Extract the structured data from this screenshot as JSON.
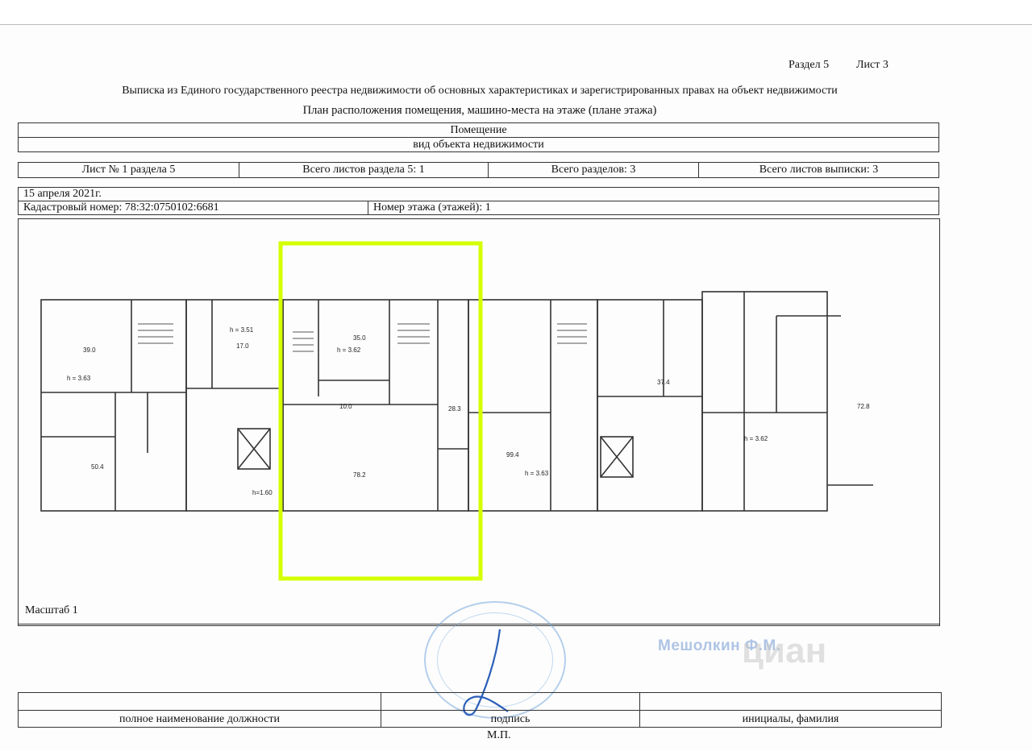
{
  "header": {
    "section": "Раздел 5",
    "sheet": "Лист 3",
    "title": "Выписка из Единого государственного реестра недвижимости об основных характеристиках и зарегистрированных правах на объект недвижимости",
    "subtitle": "План расположения помещения, машино-места на этаже (плане этажа)"
  },
  "object": {
    "type_value": "Помещение",
    "type_caption": "вид объекта недвижимости"
  },
  "sheets": {
    "sheet_of_section": "Лист № 1 раздела 5",
    "total_in_section": "Всего листов раздела 5: 1",
    "total_sections": "Всего разделов: 3",
    "total_sheets": "Всего листов выписки: 3"
  },
  "meta": {
    "date": "15 апреля 2021г.",
    "cadastral": "Кадастровый номер: 78:32:0750102:6681",
    "floor": "Номер этажа (этажей): 1"
  },
  "plan": {
    "highlight_color": "#d4ff00",
    "line_color": "#333333",
    "room_labels": [
      {
        "text": "h = 3.63"
      },
      {
        "text": "39.0"
      },
      {
        "text": "17.0"
      },
      {
        "text": "h = 3.51"
      },
      {
        "text": "35.0"
      },
      {
        "text": "h = 3.62"
      },
      {
        "text": "10.0"
      },
      {
        "text": "78.2"
      },
      {
        "text": "28.3"
      },
      {
        "text": "h = 3.63"
      },
      {
        "text": "37.4"
      },
      {
        "text": "h = 3.62"
      },
      {
        "text": "72.8"
      },
      {
        "text": "h=1.60"
      },
      {
        "text": "50.4"
      },
      {
        "text": "99.4"
      }
    ]
  },
  "scale": "Масштаб 1",
  "stamp": {
    "signer": "Мешолкин Ф.М.",
    "watermark": "циан"
  },
  "signature": {
    "position": "полное наименование должности",
    "signature": "подпись",
    "name": "инициалы, фамилия"
  },
  "mp": "М.П."
}
